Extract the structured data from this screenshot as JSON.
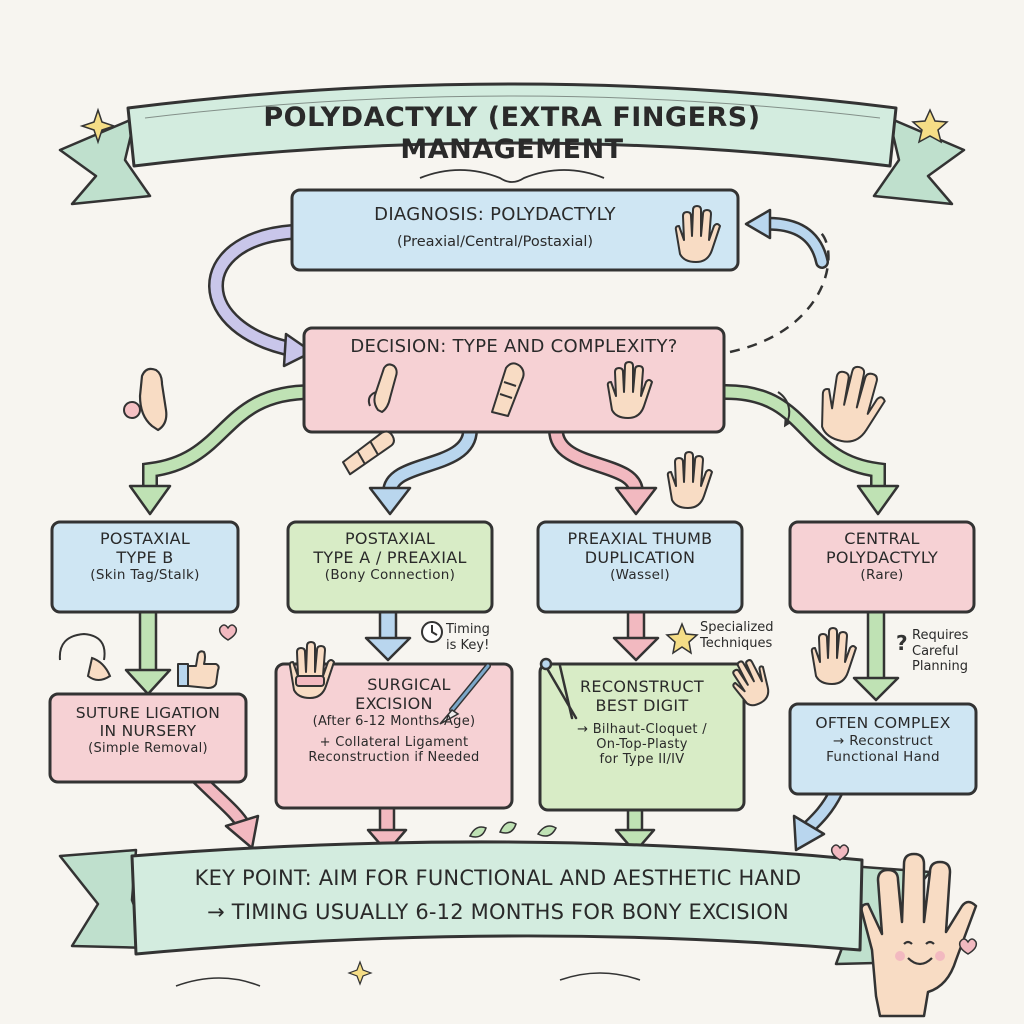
{
  "title": "POLYDACTYLY (EXTRA FINGERS) MANAGEMENT",
  "diagnosis": {
    "title": "DIAGNOSIS: POLYDACTYLY",
    "subtitle": "(Preaxial/Central/Postaxial)"
  },
  "decision": {
    "title": "DECISION: TYPE AND COMPLEXITY?"
  },
  "branches": [
    {
      "line1": "POSTAXIAL",
      "line2": "TYPE B",
      "subtitle": "(Skin Tag/Stalk)",
      "color": "#cfe6f3"
    },
    {
      "line1": "POSTAXIAL",
      "line2": "TYPE A / PREAXIAL",
      "subtitle": "(Bony Connection)",
      "color": "#d8ecc6"
    },
    {
      "line1": "PREAXIAL THUMB",
      "line2": "DUPLICATION",
      "subtitle": "(Wassel)",
      "color": "#cfe6f3"
    },
    {
      "line1": "CENTRAL",
      "line2": "POLYDACTYLY",
      "subtitle": "(Rare)",
      "color": "#f6d1d4"
    }
  ],
  "outcomes": [
    {
      "line1": "SUTURE LIGATION",
      "line2": "IN NURSERY",
      "detail1": "(Simple Removal)",
      "detail2": "",
      "color": "#f6d1d4"
    },
    {
      "line1": "SURGICAL",
      "line2": "EXCISION",
      "detail1": "(After 6-12 Months Age)",
      "detail2": "+ Collateral Ligament",
      "detail3": "Reconstruction if Needed",
      "color": "#f6d1d4"
    },
    {
      "line1": "RECONSTRUCT",
      "line2": "BEST DIGIT",
      "detail1": "→ Bilhaut-Cloquet /",
      "detail2": "On-Top-Plasty",
      "detail3": "for Type II/IV",
      "color": "#d8ecc6"
    },
    {
      "line1": "OFTEN COMPLEX",
      "line2": "",
      "detail1": "→ Reconstruct",
      "detail2": "Functional Hand",
      "color": "#cfe6f3"
    }
  ],
  "notes": {
    "timing_line1": "Timing",
    "timing_line2": "is Key!",
    "specialized_line1": "Specialized",
    "specialized_line2": "Techniques",
    "requires_line1": "Requires",
    "requires_line2": "Careful",
    "requires_line3": "Planning"
  },
  "key_point": {
    "line1": "KEY POINT: AIM FOR FUNCTIONAL AND AESTHETIC HAND",
    "line2": "→ TIMING USUALLY 6-12 MONTHS FOR BONY EXCISION"
  },
  "colors": {
    "blue": "#cfe6f3",
    "pink": "#f6d1d4",
    "green": "#d8ecc6",
    "banner": "#d3ecdf",
    "arrow_green": "#bfe2b4",
    "arrow_blue": "#b9d6ee",
    "arrow_pink": "#f2b9c0",
    "outline": "#333333"
  },
  "icons": [
    "hand-icon",
    "finger-icon",
    "clock-icon",
    "star-icon",
    "scalpel-icon",
    "heart-icon",
    "question-icon",
    "thumbs-up-icon",
    "smiley-hand-icon",
    "sparkle-icon"
  ]
}
